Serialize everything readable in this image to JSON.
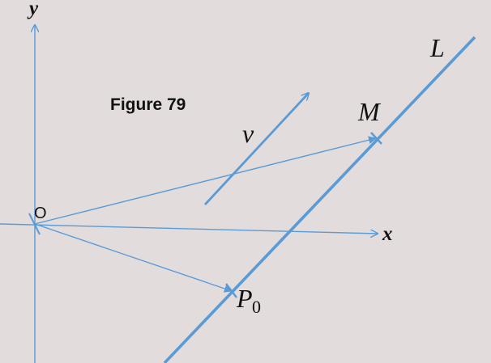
{
  "figure": {
    "caption": "Figure 79",
    "axes": {
      "x_label": "x",
      "y_label": "y",
      "origin_label": "O"
    },
    "line_label": "L",
    "vector_label": "v",
    "points": {
      "m_label": "M",
      "p0_label": "P",
      "p0_subscript": "0"
    },
    "colors": {
      "background": "#e2dcdd",
      "diagram_blue": "#5b9bd5",
      "text": "#111111"
    }
  }
}
